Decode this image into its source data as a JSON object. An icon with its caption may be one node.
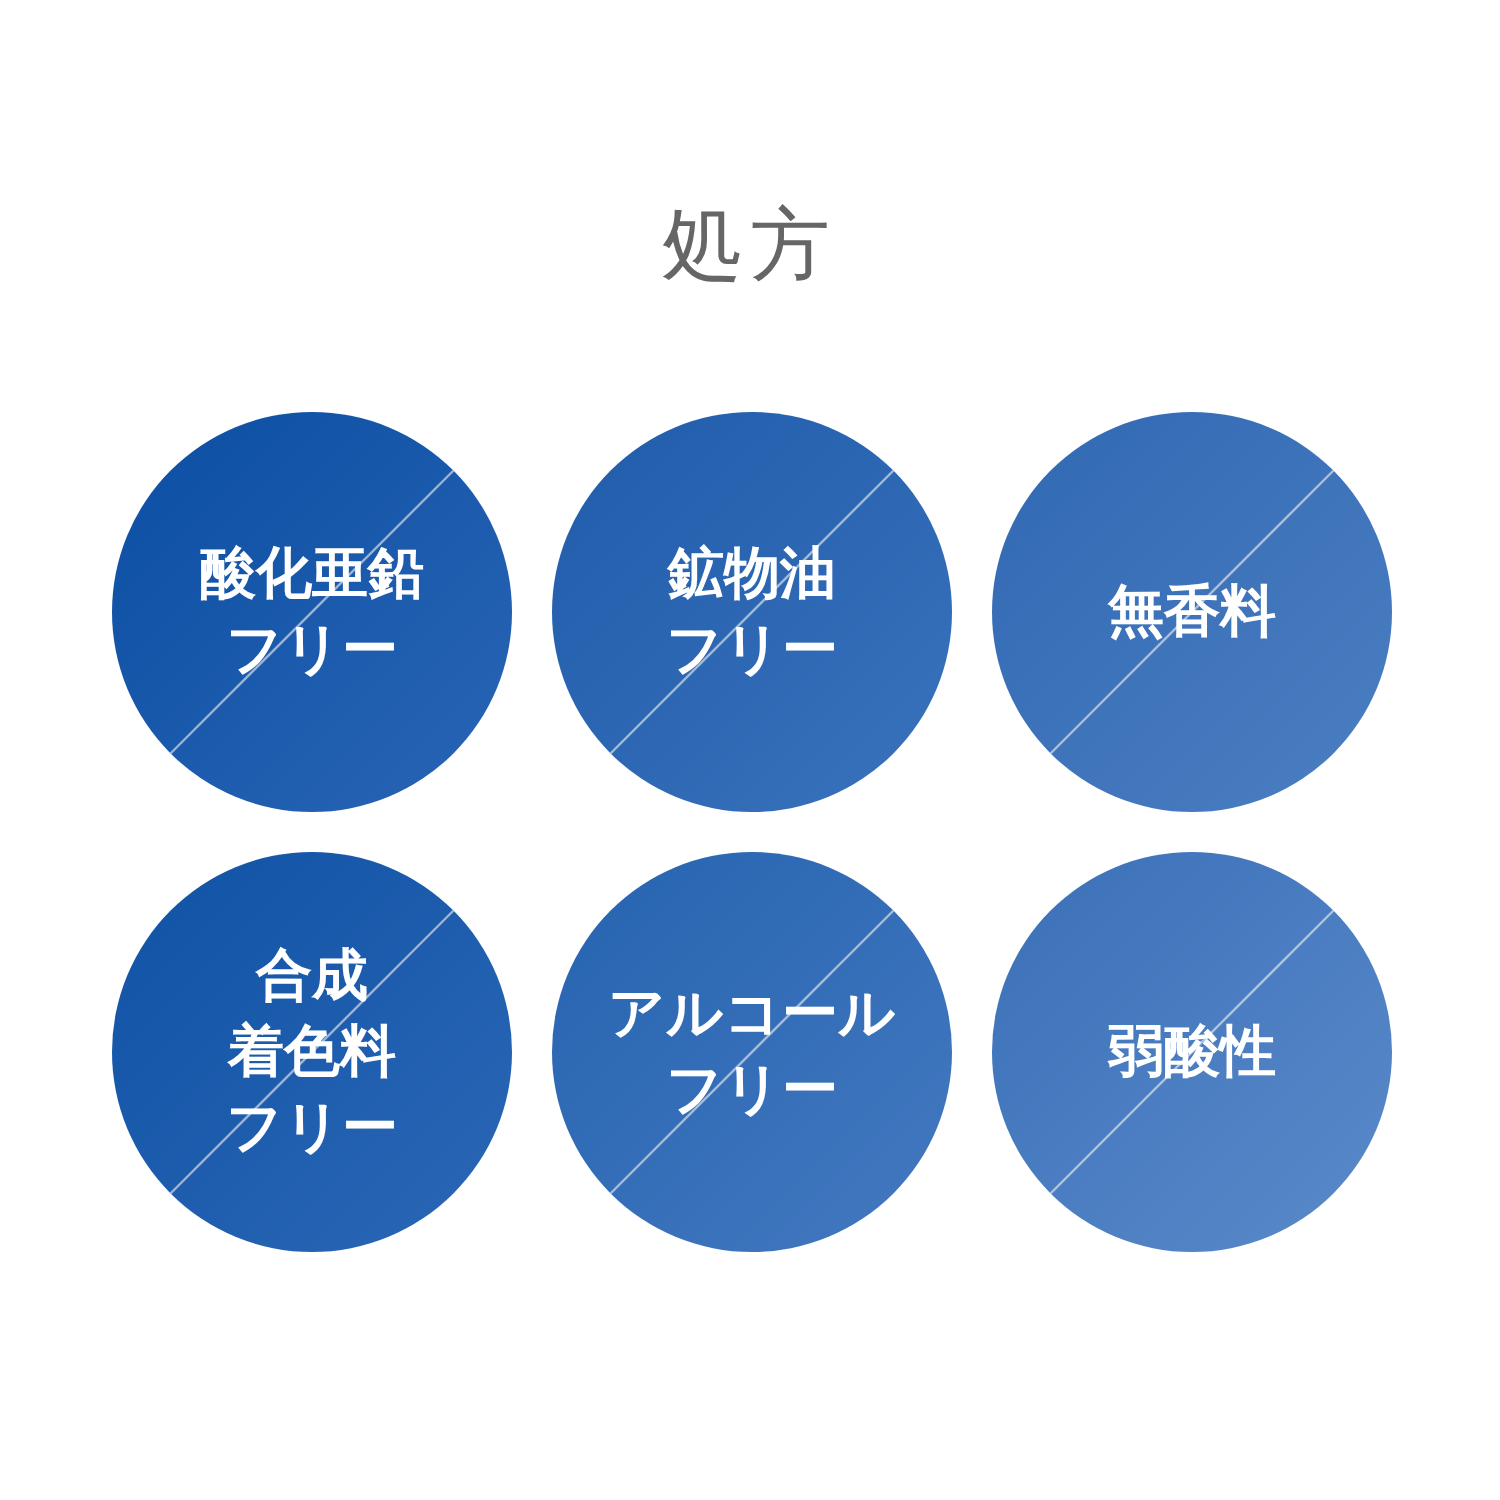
{
  "diagram": {
    "title": "処方",
    "nodes": [
      {
        "text": [
          "酸化亜鉛フリー"
        ]
      },
      {
        "text": [
          "鉱物油フリー"
        ]
      },
      {
        "text": [
          "無香料"
        ]
      },
      {
        "text": [
          "合成着色料フリー"
        ]
      },
      {
        "text": [
          "アルコールフリー"
        ]
      },
      {
        "text": [
          "弱酸性"
        ]
      }
    ]
  }
}
